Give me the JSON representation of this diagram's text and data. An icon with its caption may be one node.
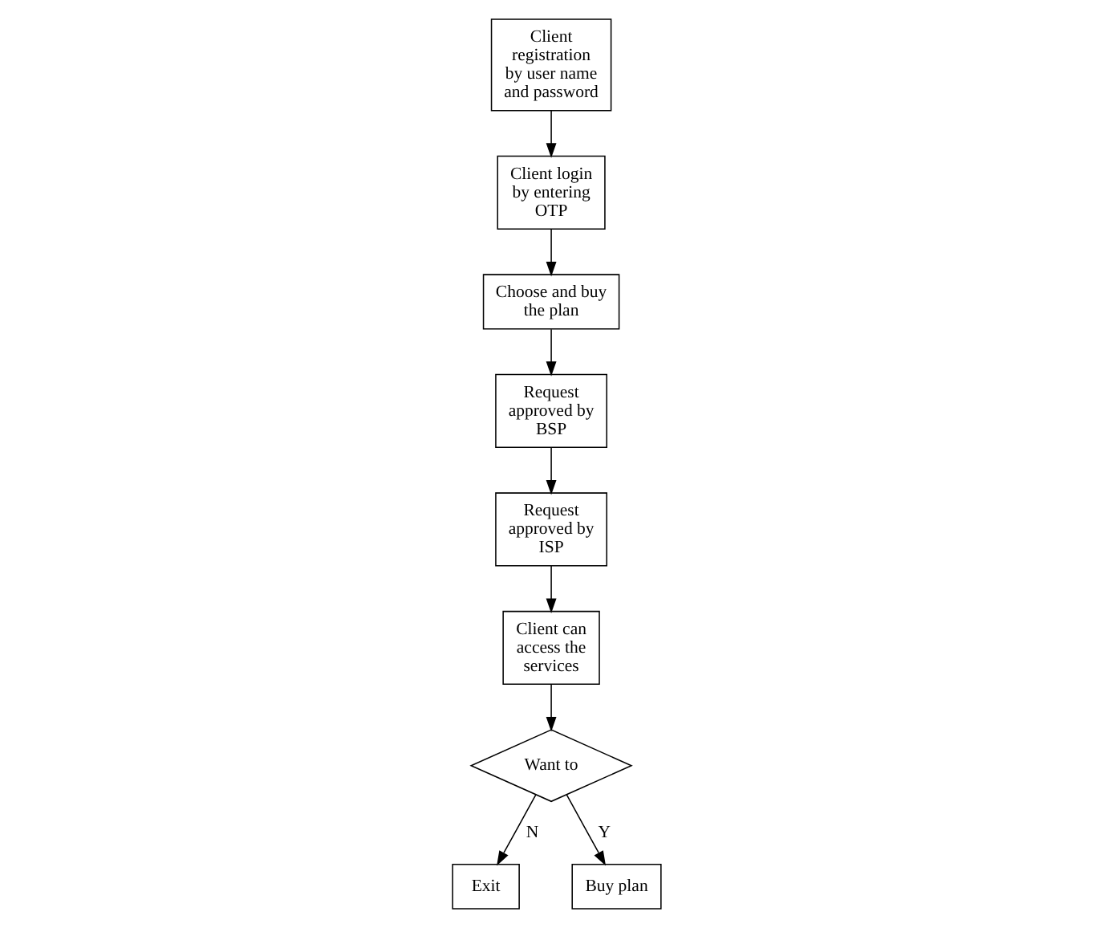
{
  "diagram": {
    "nodes": [
      {
        "text": [
          "Client registration by user name and password"
        ]
      },
      {
        "text": [
          "Client login by entering OTP"
        ]
      },
      {
        "text": [
          "Choose and buy the plan"
        ]
      },
      {
        "text": [
          "Request approved by BSP"
        ]
      },
      {
        "text": [
          "Request approved by ISP"
        ]
      },
      {
        "text": [
          "Client can access the services"
        ]
      },
      {
        "text": [
          "Want to"
        ]
      },
      {
        "text": [
          "Exit"
        ]
      },
      {
        "text": [
          "Buy plan"
        ]
      }
    ],
    "edges": [
      {
        "from": 0,
        "to": 1,
        "arrow": "to"
      },
      {
        "from": 1,
        "to": 2,
        "arrow": "to"
      },
      {
        "from": 2,
        "to": 3,
        "arrow": "to"
      },
      {
        "from": 3,
        "to": 4,
        "arrow": "to"
      },
      {
        "from": 4,
        "to": 5,
        "arrow": "to"
      },
      {
        "from": 5,
        "to": 6,
        "arrow": "to"
      },
      {
        "from": 6,
        "to": 7,
        "arrow": "to",
        "label": "N"
      },
      {
        "from": 6,
        "to": 8,
        "arrow": "to",
        "label": "Y"
      }
    ]
  }
}
